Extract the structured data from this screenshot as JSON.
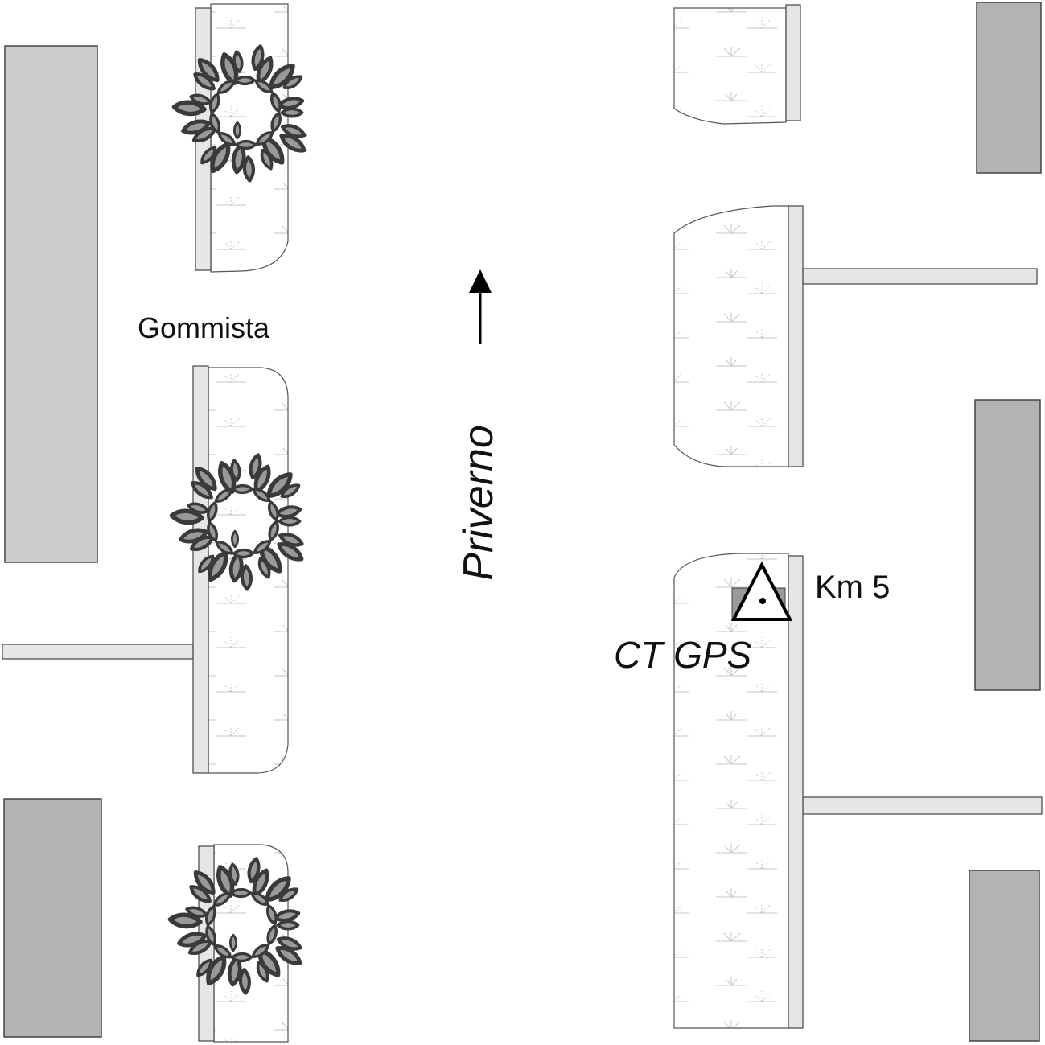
{
  "map": {
    "direction_label": "Priverno",
    "labels": {
      "tire_shop": "Gommista",
      "km_marker": "Km 5",
      "control_point": "CT GPS"
    },
    "icons": {
      "direction_arrow": "arrow-up-icon",
      "gps_point": "triangle-with-dot-icon",
      "tree": "tree-canopy-icon"
    },
    "colors": {
      "building_light": "#cccccc",
      "building_dark": "#b3b3b3",
      "curb": "#e6e6e6",
      "stroke": "#444444",
      "tree_fill": "#999999",
      "tree_stroke": "#3a3a3a",
      "grass_pattern": "#c8c8c8"
    }
  }
}
